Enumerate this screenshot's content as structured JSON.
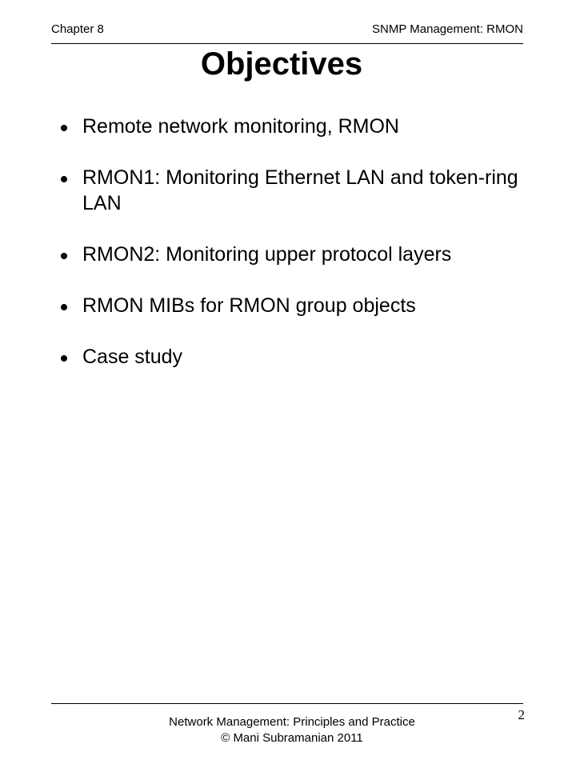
{
  "header": {
    "chapter": "Chapter 8",
    "section": "SNMP Management:  RMON"
  },
  "slide": {
    "title": "Objectives",
    "bullets": [
      "Remote network monitoring, RMON",
      "RMON1: Monitoring Ethernet LAN and token-ring LAN",
      "RMON2: Monitoring upper protocol layers",
      "RMON MIBs for RMON group objects",
      "Case study"
    ]
  },
  "footer": {
    "page_number": "2",
    "book_title": "Network Management: Principles and Practice",
    "copyright": "©  Mani Subramanian 2011"
  }
}
